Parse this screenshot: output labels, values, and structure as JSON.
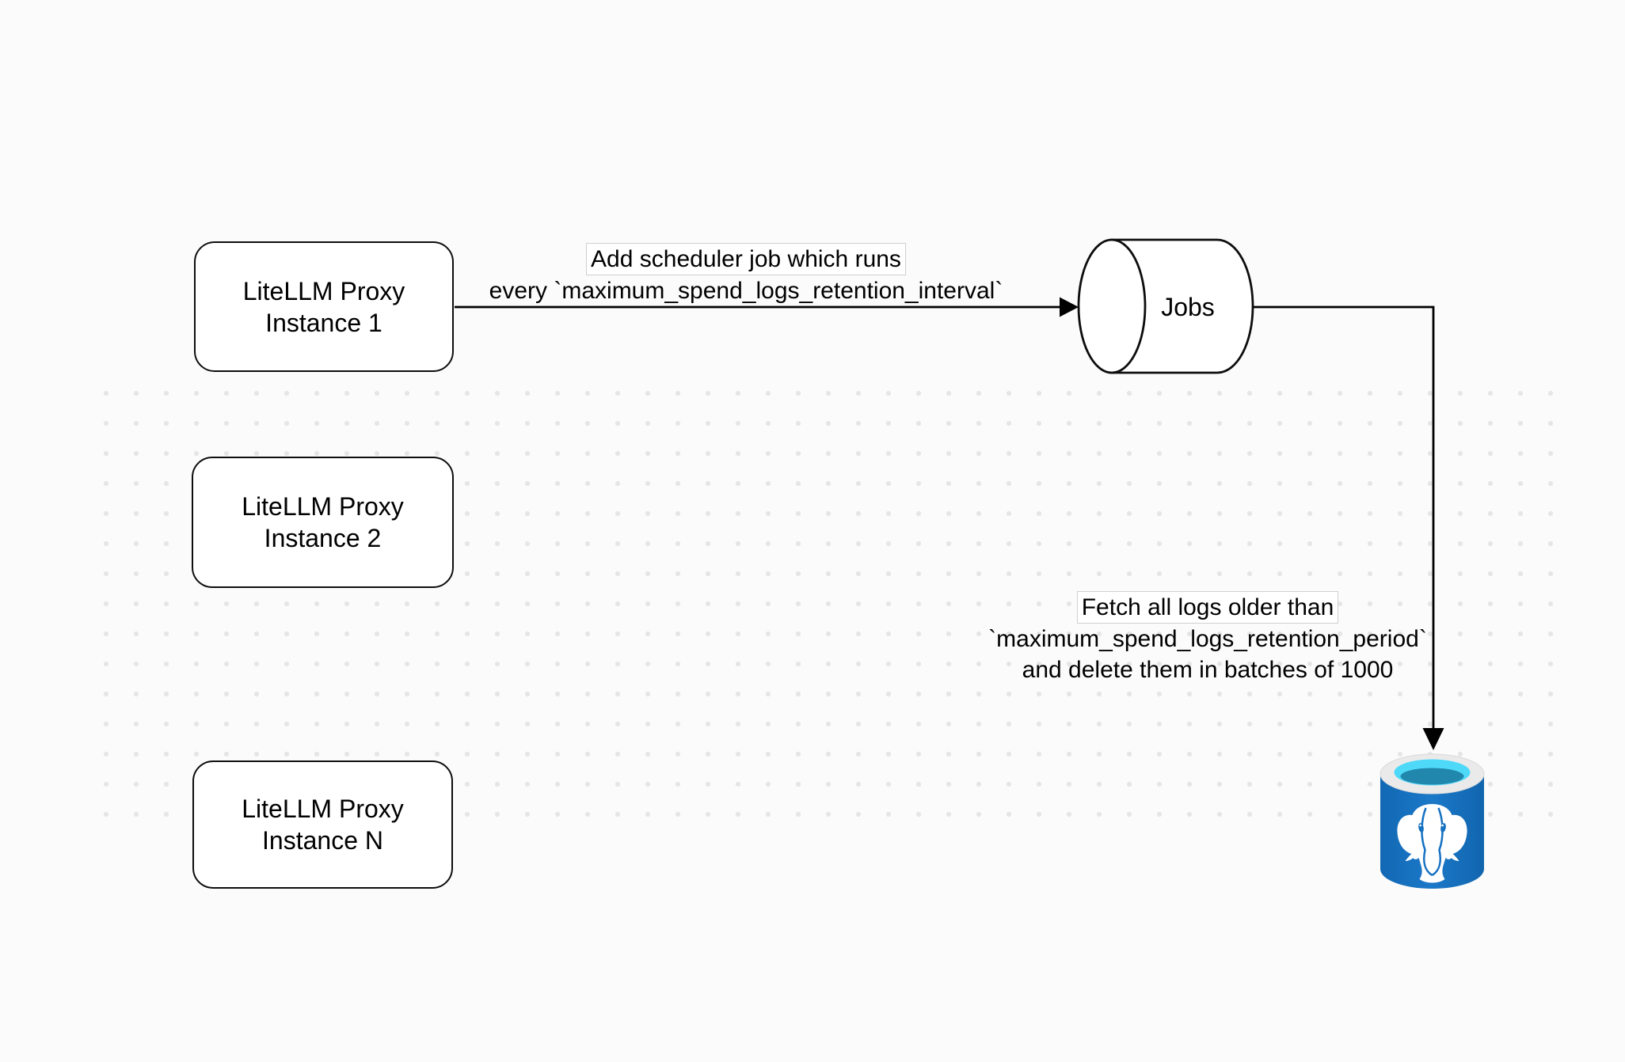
{
  "canvas": {
    "background_color": "#FBFBFB",
    "dot_grid_color": "#E6E6E6",
    "stroke_color": "#000000"
  },
  "nodes": {
    "proxies": [
      {
        "label": "LiteLLM Proxy\nInstance 1"
      },
      {
        "label": "LiteLLM Proxy\nInstance 2"
      },
      {
        "label": "LiteLLM Proxy\nInstance N"
      }
    ],
    "jobs_queue": {
      "label": "Jobs"
    },
    "database": {
      "icon": "postgresql-database-icon",
      "colors": {
        "body_blue": "#1571C1",
        "rim_gray": "#EAEAEA",
        "water_cyan": "#4FD9F9",
        "water_teal": "#2187AC",
        "elephant_white": "#FFFFFF"
      }
    }
  },
  "annotations": {
    "scheduler_job": {
      "lines": [
        "Add scheduler job which runs",
        "every `maximum_spend_logs_retention_interval`"
      ]
    },
    "cleanup_job": {
      "lines": [
        "Fetch all logs older than",
        "`maximum_spend_logs_retention_period`",
        "and delete them in batches of 1000"
      ]
    }
  }
}
